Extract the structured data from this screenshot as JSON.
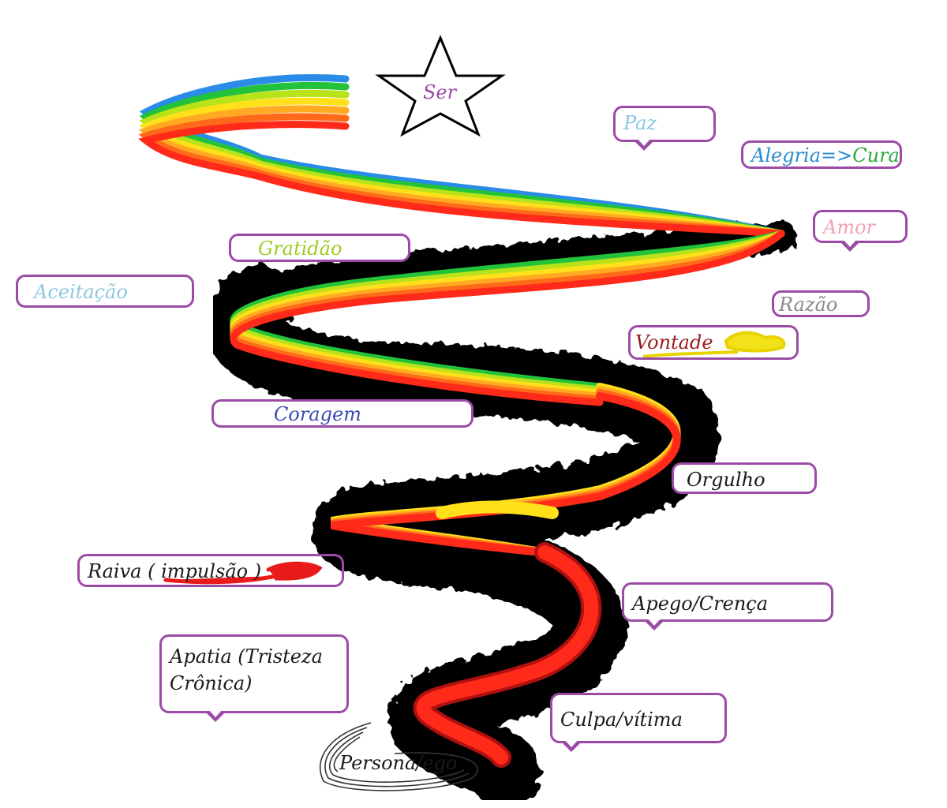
{
  "center_label": "Ser",
  "base_label": "Persona/ego",
  "colors": {
    "bubble_border": "#9b4ba6",
    "spiral_bands": [
      "#ff2a1a",
      "#ff6a1a",
      "#ffaa22",
      "#ffe01a",
      "#b8e21a",
      "#22c23a",
      "#2a8ce8"
    ]
  },
  "bubbles": {
    "paz": {
      "text": "Paz",
      "color": "#8ec6df"
    },
    "alegria": {
      "text": "Alegria",
      "color": "#2a8ad0"
    },
    "arrow": {
      "text": "=>",
      "color": "#2a8ad0"
    },
    "cura": {
      "text": "Cura",
      "color": "#2aa83a"
    },
    "amor": {
      "text": "Amor",
      "color": "#f2a0b4"
    },
    "gratidao": {
      "text": "Gratidão",
      "color": "#9ccc22"
    },
    "aceitacao": {
      "text": "Aceitação",
      "color": "#8ec6df"
    },
    "razao": {
      "text": "Razão",
      "color": "#8a8a8a"
    },
    "vontade": {
      "text": "Vontade",
      "color": "#9a1a1a"
    },
    "coragem": {
      "text": "Coragem",
      "color": "#3a4ab0"
    },
    "orgulho": {
      "text": "Orgulho"
    },
    "raiva": {
      "text": "Raiva ( impulsão )"
    },
    "apego": {
      "text": "Apego/Crença"
    },
    "apatia": {
      "text": "Apatia (Tristeza Crônica)"
    },
    "culpa": {
      "text": "Culpa/vítima"
    }
  }
}
